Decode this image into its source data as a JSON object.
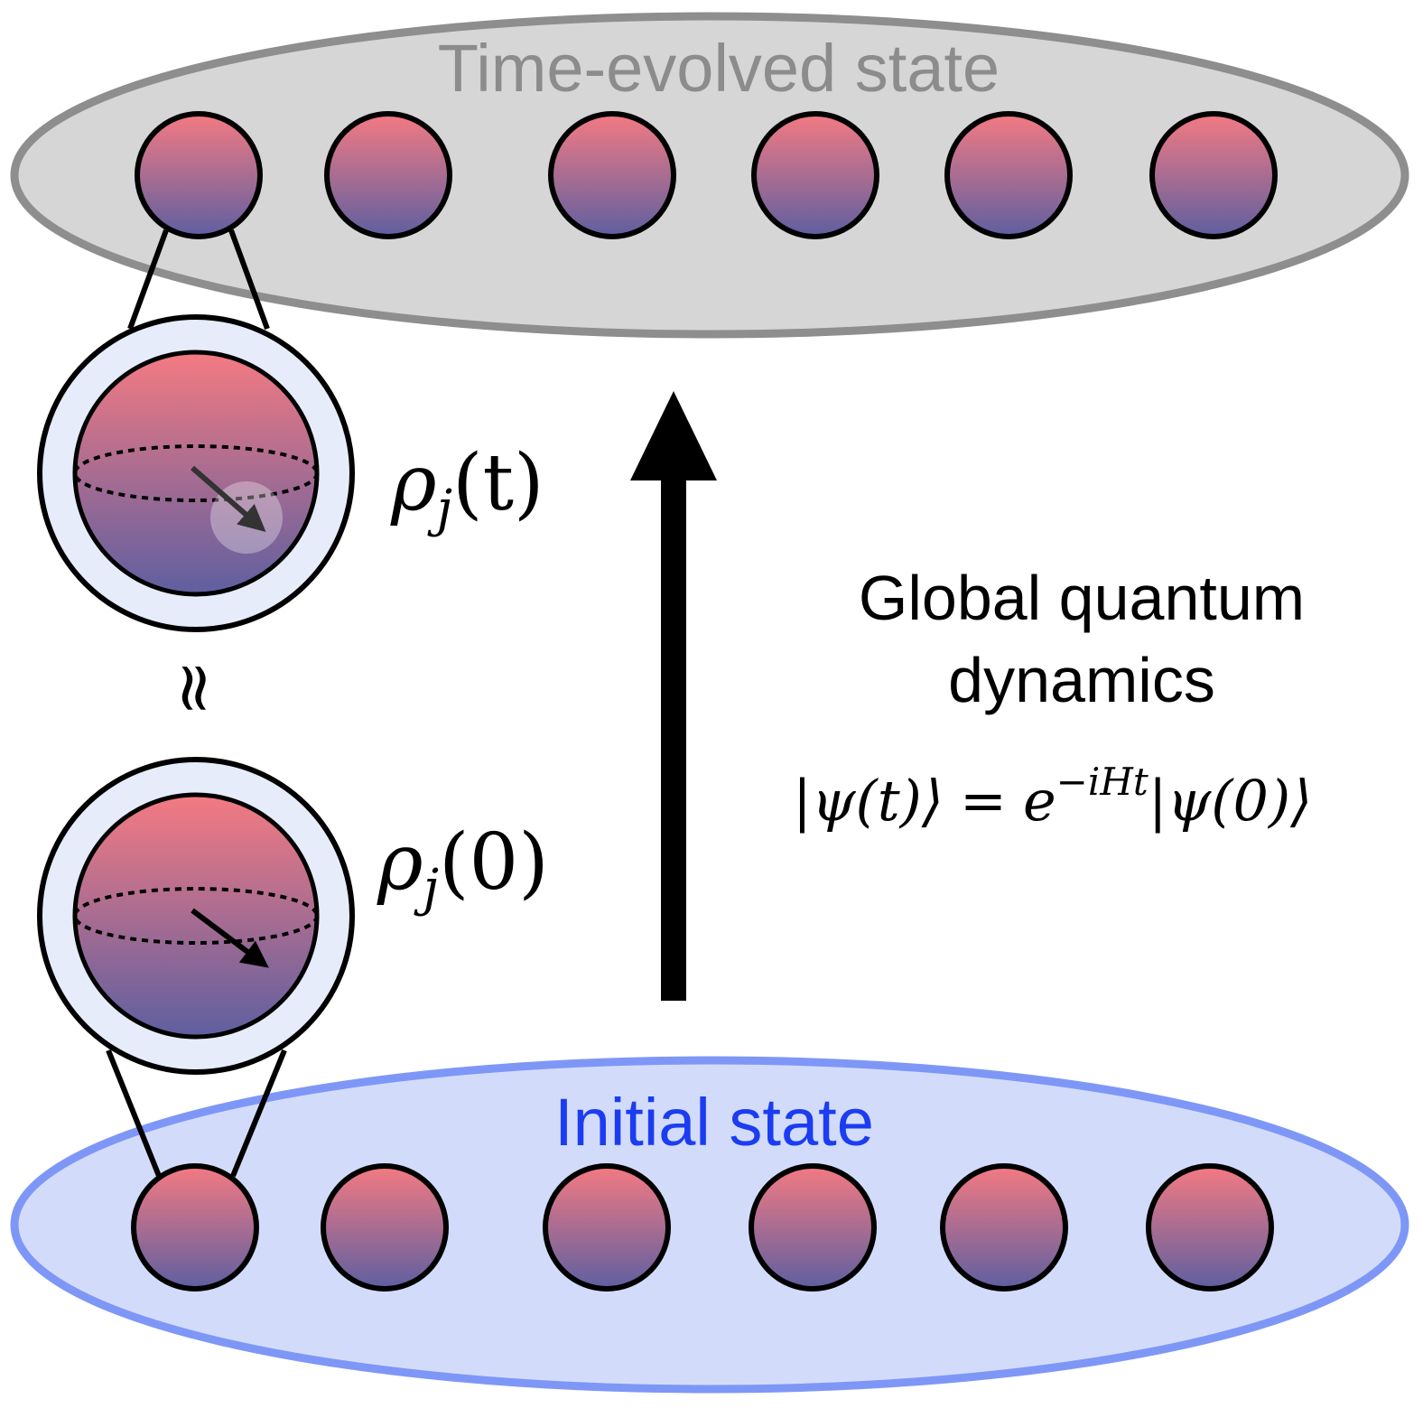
{
  "top_region": {
    "label": "Time-evolved state",
    "label_color": "#8c8c8c",
    "fill": "#d6d6d6",
    "stroke": "#8e8e8e",
    "site_count": 6
  },
  "bottom_region": {
    "label": "Initial state",
    "label_color": "#1c3cf2",
    "fill": "#d2dcfa",
    "stroke": "#7e97f7",
    "site_count": 6
  },
  "dynamics": {
    "title_line1": "Global quantum",
    "title_line2": "dynamics",
    "equation": {
      "lhs": "|ψ(t)⟩",
      "equals": "=",
      "base": "e",
      "exponent": "−iHt",
      "rhs": "|ψ(0)⟩"
    }
  },
  "bloch_top": {
    "symbol": "ρ",
    "subscript": "j",
    "argument": "(t)"
  },
  "bloch_bottom": {
    "symbol": "ρ",
    "subscript": "j",
    "argument": "(0)"
  },
  "approx_symbol": "≈",
  "colors": {
    "site_top": "#f47a82",
    "site_bottom": "#5e5fa0",
    "bloch_ring": "#e7ecfb",
    "arrow": "#000000"
  },
  "icons": {
    "evolution_arrow": "arrow-up-icon",
    "spin_vector": "arrow-down-right-icon"
  }
}
